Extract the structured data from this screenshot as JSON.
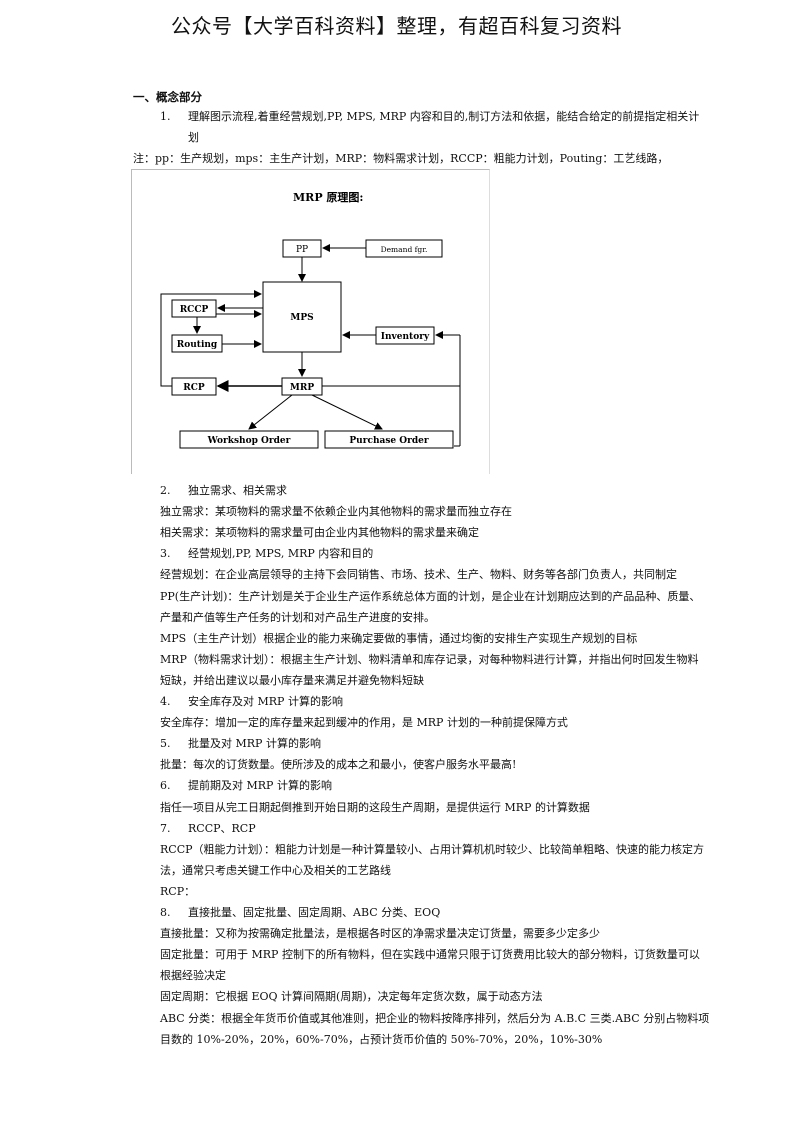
{
  "header": "公众号【大学百科资料】整理，有超百科复习资料",
  "section_title": "一、概念部分",
  "item1_num": "1.",
  "item1_line1": "理解图示流程,着重经营规划,PP, MPS, MRP 内容和目的,制订方法和依据，能结合给定的前提指定相关计",
  "item1_line2": "划",
  "note": "注：pp：生产规划，mps：主生产计划，MRP：物料需求计划，RCCP：粗能力计划，Pouting：工艺线路，",
  "diagram": {
    "title": "MRP 原理图:",
    "pp": "PP",
    "demand": "Demand fgr.",
    "mps": "MPS",
    "rccp": "RCCP",
    "routing": "Routing",
    "inventory": "Inventory",
    "rcp": "RCP",
    "mrp": "MRP",
    "workshop": "Workshop Order",
    "purchase": "Purchase Order"
  },
  "lines": [
    {
      "num": "2.",
      "text": "独立需求、相关需求"
    },
    {
      "text": "独立需求：某项物料的需求量不依赖企业内其他物料的需求量而独立存在"
    },
    {
      "text": "相关需求：某项物料的需求量可由企业内其他物料的需求量来确定"
    },
    {
      "num": "3.",
      "text": "经营规划,PP, MPS, MRP 内容和目的"
    },
    {
      "text": "经营规划：在企业高层领导的主持下会同销售、市场、技术、生产、物料、财务等各部门负责人，共同制定"
    },
    {
      "text": "PP(生产计划)：生产计划是关于企业生产运作系统总体方面的计划，是企业在计划期应达到的产品品种、质量、"
    },
    {
      "text": "产量和产值等生产任务的计划和对产品生产进度的安排。"
    },
    {
      "text": "MPS（主生产计划）根据企业的能力来确定要做的事情，通过均衡的安排生产实现生产规划的目标"
    },
    {
      "text": "MRP（物料需求计划）：根据主生产计划、物料清单和库存记录，对每种物料进行计算，并指出何时回发生物料"
    },
    {
      "text": "短缺，并给出建议以最小库存量来满足并避免物料短缺"
    },
    {
      "num": "4.",
      "text": "安全库存及对 MRP 计算的影响"
    },
    {
      "text": "安全库存：增加一定的库存量来起到缓冲的作用，是 MRP 计划的一种前提保障方式"
    },
    {
      "num": "5.",
      "text": "批量及对 MRP 计算的影响"
    },
    {
      "text": "批量：每次的订货数量。使所涉及的成本之和最小，使客户服务水平最高!"
    },
    {
      "num": "6.",
      "text": "提前期及对 MRP 计算的影响"
    },
    {
      "text": "指任一项目从完工日期起倒推到开始日期的这段生产周期，是提供运行 MRP 的计算数据"
    },
    {
      "num": "7.",
      "text": "RCCP、RCP"
    },
    {
      "text": "RCCP（粗能力计划）：粗能力计划是一种计算量较小、占用计算机机时较少、比较简单粗略、快速的能力核定方"
    },
    {
      "text": "法，通常只考虑关键工作中心及相关的工艺路线"
    },
    {
      "text": "RCP："
    },
    {
      "num": "8.",
      "text": "直接批量、固定批量、固定周期、ABC 分类、EOQ"
    },
    {
      "text": "直接批量：又称为按需确定批量法，是根据各时区的净需求量决定订货量，需要多少定多少"
    },
    {
      "text": "固定批量：可用于 MRP 控制下的所有物料，但在实践中通常只限于订货费用比较大的部分物料，订货数量可以"
    },
    {
      "text": "根据经验决定"
    },
    {
      "text": "固定周期：它根据 EOQ 计算间隔期(周期)，决定每年定货次数，属于动态方法"
    },
    {
      "text": "ABC 分类：根据全年货币价值或其他准则，把企业的物料按降序排列，然后分为 A.B.C 三类.ABC 分别占物料项"
    },
    {
      "text": "目数的 10%-20%，20%，60%-70%，占预计货币价值的 50%-70%，20%，10%-30%"
    }
  ]
}
